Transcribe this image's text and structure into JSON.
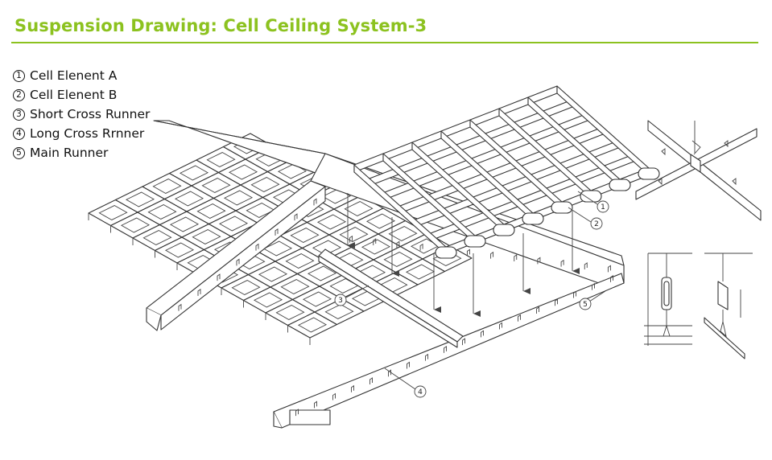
{
  "title": "Suspension Drawing: Cell Ceiling System-3",
  "accent_color": "#8cc21f",
  "legend": [
    {
      "num": "①",
      "label": "Cell Elenent A"
    },
    {
      "num": "②",
      "label": "Cell Elenent B"
    },
    {
      "num": "③",
      "label": "Short Cross Runner"
    },
    {
      "num": "④",
      "label": "Long Cross Rrnner"
    },
    {
      "num": "⑤",
      "label": "Main Runner"
    }
  ],
  "callouts": [
    "1",
    "2",
    "3",
    "4",
    "5"
  ]
}
